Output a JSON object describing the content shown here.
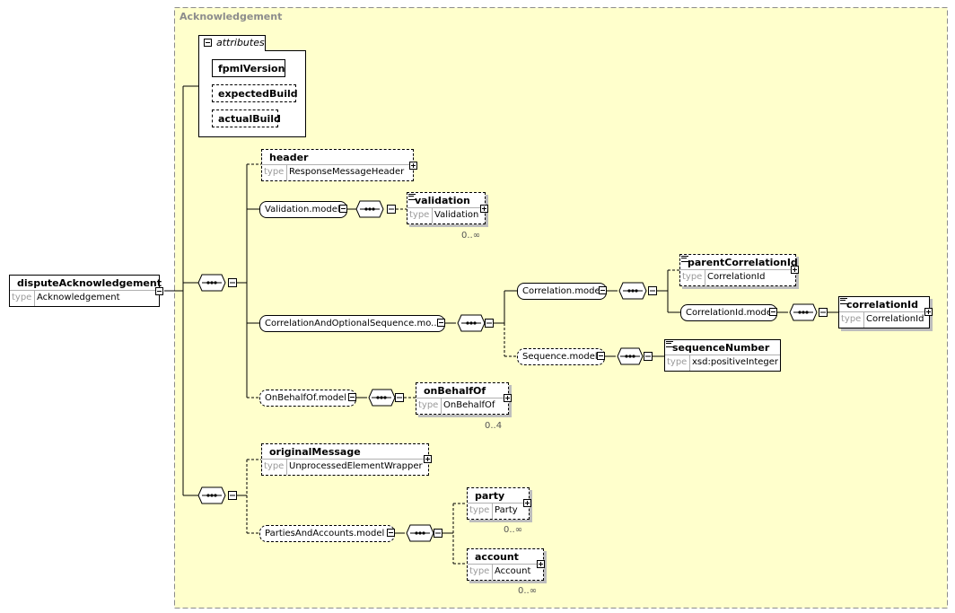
{
  "complex_type": {
    "name": "Acknowledgement"
  },
  "type_key": "type",
  "root": {
    "name": "disputeAcknowledgement",
    "type": "Acknowledgement"
  },
  "attributes": {
    "label": "attributes",
    "items": [
      "fpmlVersion",
      "expectedBuild",
      "actualBuild"
    ]
  },
  "elements": {
    "header": {
      "name": "header",
      "type": "ResponseMessageHeader"
    },
    "validation": {
      "name": "validation",
      "type": "Validation",
      "card": "0..∞"
    },
    "parentCorrelationId": {
      "name": "parentCorrelationId",
      "type": "CorrelationId"
    },
    "correlationId": {
      "name": "correlationId",
      "type": "CorrelationId"
    },
    "sequenceNumber": {
      "name": "sequenceNumber",
      "type": "xsd:positiveInteger"
    },
    "onBehalfOf": {
      "name": "onBehalfOf",
      "type": "OnBehalfOf",
      "card": "0..4"
    },
    "originalMessage": {
      "name": "originalMessage",
      "type": "UnprocessedElementWrapper"
    },
    "party": {
      "name": "party",
      "type": "Party",
      "card": "0..∞"
    },
    "account": {
      "name": "account",
      "type": "Account",
      "card": "0..∞"
    }
  },
  "groups": {
    "validation_model": "Validation.model",
    "correlation_seq": "CorrelationAndOptionalSequence.mo...",
    "correlation_model": "Correlation.model",
    "correlation_id_model": "CorrelationId.model",
    "sequence_model": "Sequence.model",
    "on_behalf_of_model": "OnBehalfOf.model",
    "parties_accounts_model": "PartiesAndAccounts.model"
  },
  "colors": {
    "container_fill": "#ffffcc",
    "container_border": "#8c8c8c",
    "shadow": "#bdbdbd"
  }
}
